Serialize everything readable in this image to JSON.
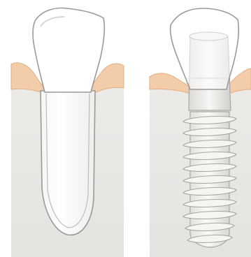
{
  "illustration": {
    "panels": [
      {
        "id": "natural-tooth",
        "parts": [
          "crown",
          "root",
          "gum",
          "bone"
        ]
      },
      {
        "id": "dental-implant",
        "parts": [
          "crown",
          "abutment",
          "implant-screw",
          "gum",
          "bone"
        ]
      }
    ],
    "colors": {
      "bone": "#e8e7e4",
      "gum": "#f3cdaa",
      "gum_edge": "#e2ad84",
      "tooth": "#ffffff",
      "outline": "#9c9a97",
      "screw": "#f6f5f2",
      "screw_shade": "#d4d2cf"
    }
  }
}
